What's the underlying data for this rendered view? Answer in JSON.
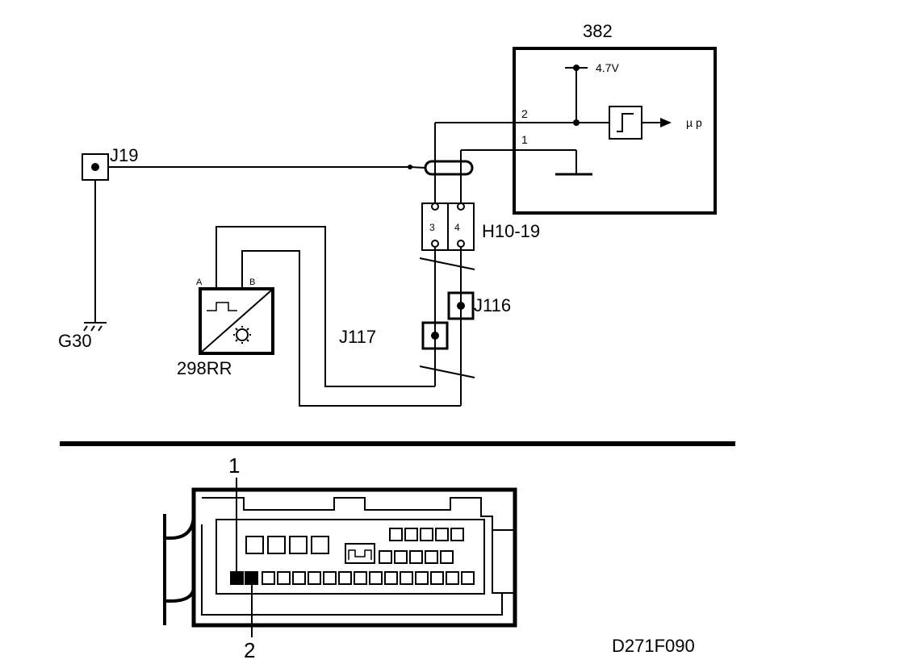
{
  "diagram": {
    "ecu": {
      "label": "382",
      "voltage": "4.7V",
      "pin2": "2",
      "pin1": "1",
      "output": "µ p"
    },
    "connectors": {
      "j19": "J19",
      "j116": "J116",
      "j117": "J117",
      "h10_19": "H10-19",
      "h_pin3": "3",
      "h_pin4": "4"
    },
    "ground": {
      "label": "G30"
    },
    "sensor": {
      "label": "298RR",
      "pin_a": "A",
      "pin_b": "B"
    },
    "connector_view": {
      "callout_1": "1",
      "callout_2": "2"
    },
    "figure_id": "D271F090"
  }
}
